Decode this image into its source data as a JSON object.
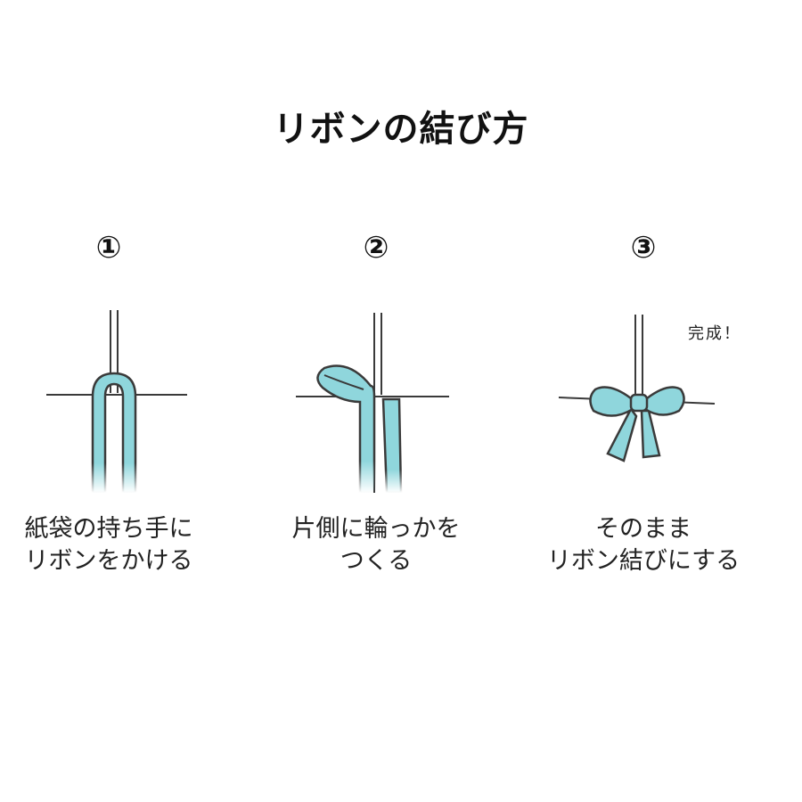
{
  "title": "リボンの結び方",
  "steps": [
    {
      "number": "①",
      "caption_lines": [
        "紙袋の持ち手に",
        "リボンをかける"
      ]
    },
    {
      "number": "②",
      "caption_lines": [
        "片側に輪っかを",
        "つくる"
      ]
    },
    {
      "number": "③",
      "caption_lines": [
        "そのまま",
        "リボン結びにする"
      ],
      "note": "完成！"
    }
  ],
  "colors": {
    "ribbon": "#8fd6dc",
    "outline": "#3a3a3a",
    "handle": "#3a3a3a"
  }
}
